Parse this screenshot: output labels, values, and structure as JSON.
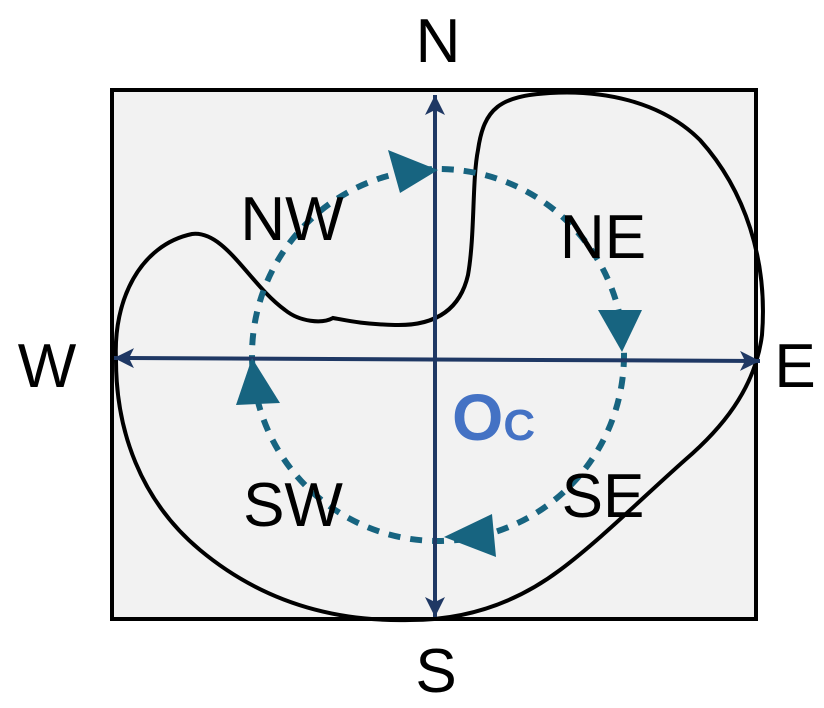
{
  "directions": {
    "north": "N",
    "south": "S",
    "east": "E",
    "west": "W"
  },
  "quadrants": {
    "northwest": "NW",
    "northeast": "NE",
    "southwest": "SW",
    "southeast": "SE"
  },
  "center_label": {
    "main": "O",
    "sub": "C"
  },
  "colors": {
    "box_fill": "#f2f2f2",
    "box_stroke": "#000000",
    "shape_stroke": "#000000",
    "axis": "#1f3864",
    "circle": "#176480",
    "center_label": "#4472c4",
    "text": "#000000"
  }
}
